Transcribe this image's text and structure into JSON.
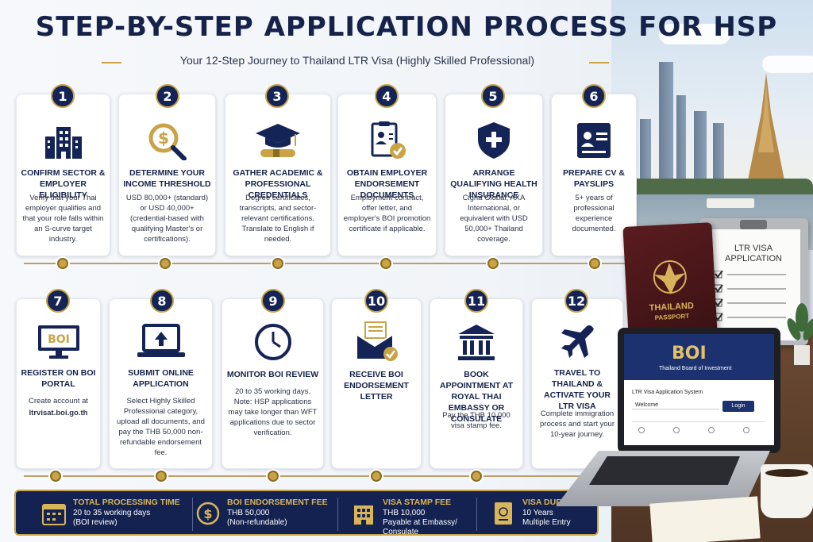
{
  "header": {
    "title": "STEP-BY-STEP APPLICATION PROCESS FOR HSP",
    "subtitle": "Your 12-Step Journey to Thailand LTR Visa (Highly Skilled Professional)"
  },
  "steps": [
    {
      "num": "1",
      "icon": "building-icon",
      "title": "CONFIRM SECTOR & EMPLOYER ELIGIBILITY",
      "desc": "Verify that your Thai employer qualifies and that your role falls within an S-curve target industry."
    },
    {
      "num": "2",
      "icon": "money-search-icon",
      "title": "DETERMINE YOUR INCOME THRESHOLD",
      "desc": "USD 80,000+ (standard) or USD 40,000+ (credential-based with qualifying Master's or certifications)."
    },
    {
      "num": "3",
      "icon": "graduation-cap-icon",
      "title": "GATHER ACADEMIC & PROFESSIONAL CREDENTIALS",
      "desc": "Degree certificates, transcripts, and sector-relevant certifications. Translate to English if needed."
    },
    {
      "num": "4",
      "icon": "document-check-icon",
      "title": "OBTAIN EMPLOYER ENDORSEMENT DOCUMENTS",
      "desc": "Employment contract, offer letter, and employer's BOI promotion certificate if applicable."
    },
    {
      "num": "5",
      "icon": "shield-plus-icon",
      "title": "ARRANGE QUALIFYING HEALTH INSURANCE",
      "desc": "Cigna Global, AXA International, or equivalent with USD 50,000+ Thailand coverage."
    },
    {
      "num": "6",
      "icon": "id-card-icon",
      "title": "PREPARE CV & PAYSLIPS",
      "desc": "5+ years of professional experience documented."
    },
    {
      "num": "7",
      "icon": "boi-monitor-icon",
      "title": "REGISTER ON BOI PORTAL",
      "desc": "Create account at",
      "link": "ltrvisat.boi.go.th"
    },
    {
      "num": "8",
      "icon": "laptop-upload-icon",
      "title": "SUBMIT ONLINE APPLICATION",
      "desc": "Select Highly Skilled Professional category, upload all documents, and pay the THB 50,000 non-refundable endorsement fee."
    },
    {
      "num": "9",
      "icon": "clock-icon",
      "title": "MONITOR BOI REVIEW",
      "desc": "20 to 35 working days. Note: HSP applications may take longer than WFT applications due to sector verification."
    },
    {
      "num": "10",
      "icon": "envelope-check-icon",
      "title": "RECEIVE BOI ENDORSEMENT LETTER",
      "desc": ""
    },
    {
      "num": "11",
      "icon": "embassy-icon",
      "title": "BOOK APPOINTMENT AT ROYAL THAI EMBASSY OR CONSULATE",
      "desc": "Pay the THB 10,000 visa stamp fee."
    },
    {
      "num": "12",
      "icon": "airplane-icon",
      "title": "TRAVEL TO THAILAND & ACTIVATE YOUR LTR VISA",
      "desc": "Complete immigration process and start your 10-year journey."
    }
  ],
  "summary": [
    {
      "icon": "calendar-icon",
      "label": "TOTAL PROCESSING TIME",
      "line1": "20 to 35 working days",
      "line2": "(BOI review)"
    },
    {
      "icon": "coin-icon",
      "label": "BOI ENDORSEMENT FEE",
      "line1": "THB 50,000",
      "line2": "(Non-refundable)"
    },
    {
      "icon": "embassy-small-icon",
      "label": "VISA STAMP FEE",
      "line1": "THB 10,000",
      "line2": "Payable at Embassy/",
      "line3": "Consulate"
    },
    {
      "icon": "passport-icon",
      "label": "VISA DURATION",
      "line1": "10 Years",
      "line2": "Multiple Entry"
    }
  ],
  "scene": {
    "passport_line1": "THAILAND",
    "passport_line2": "PASSPORT",
    "clipboard_title": "LTR VISA APPLICATION",
    "laptop_brand": "BOI",
    "laptop_org": "Thailand Board of Investment",
    "laptop_system": "LTR Visa Application System",
    "laptop_welcome": "Welcome",
    "laptop_login": "Login"
  },
  "colors": {
    "navy": "#152456",
    "gold": "#c9a346"
  }
}
